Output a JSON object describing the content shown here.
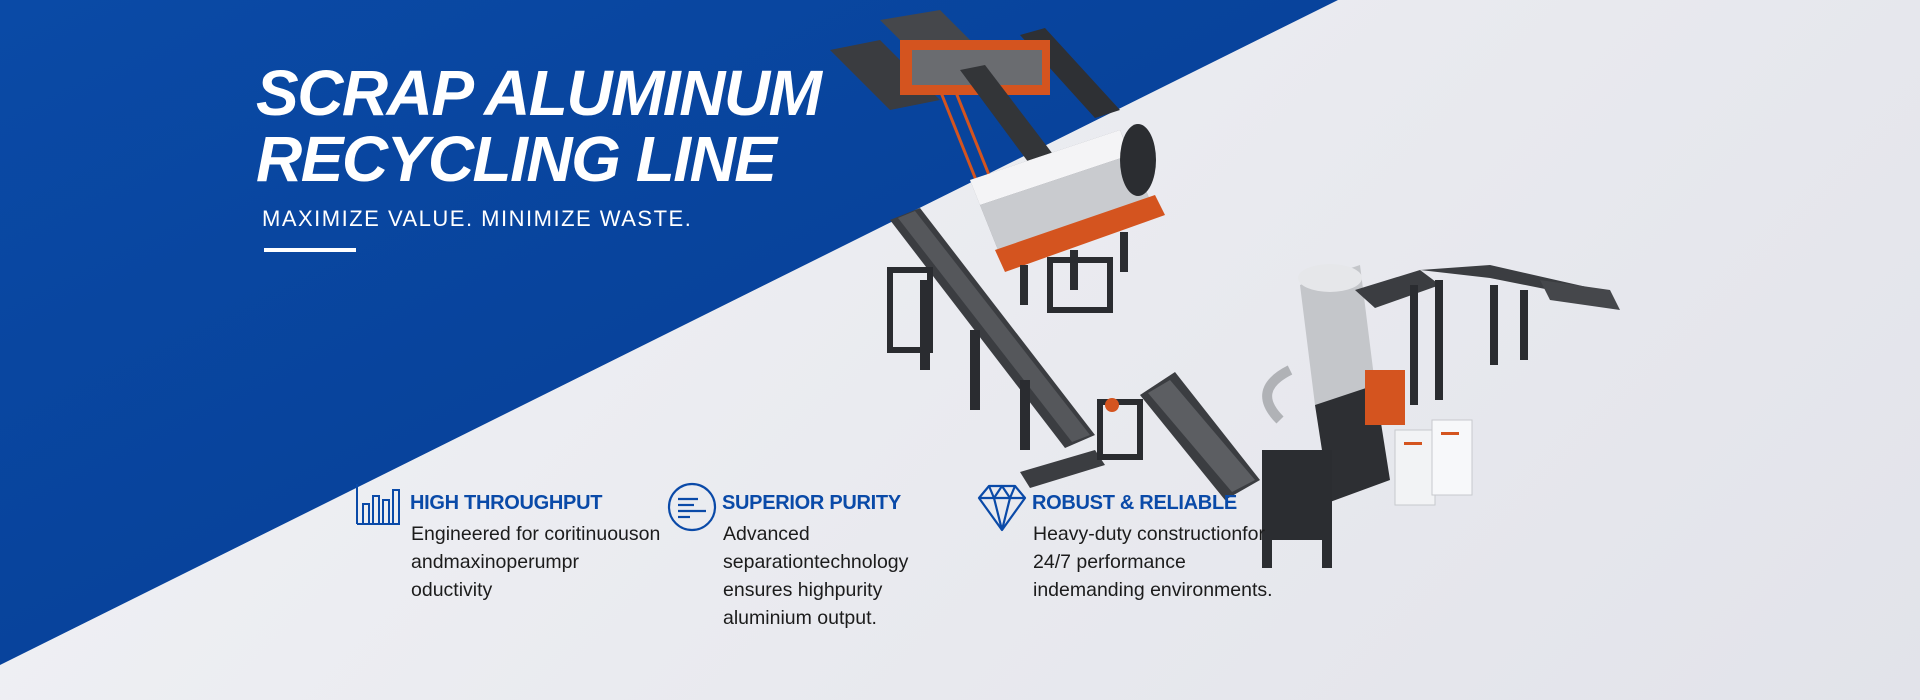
{
  "hero": {
    "title_line1": "SCRAP ALUMINUM",
    "title_line2": "RECYCLING LINE",
    "tagline": "MAXIMIZE VALUE. MINIMIZE WASTE."
  },
  "features": [
    {
      "icon": "bar-chart-icon",
      "title": "HIGH THROUGHPUT",
      "body": "Engineered for coritinuouson andmaxinoperumpr oductivity"
    },
    {
      "icon": "filter-lines-icon",
      "title": "SUPERIOR PURITY",
      "body": "Advanced separationtechnology ensures highpurity aluminium output."
    },
    {
      "icon": "diamond-icon",
      "title": "ROBUST & RELIABLE",
      "body": "Heavy-duty constructionfor 24/7 performance indemanding environments."
    }
  ],
  "colors": {
    "brand_blue": "#0a47a0",
    "accent_text_blue": "#0a4aa8",
    "machine_orange": "#d4541f",
    "background": "#ecedf2"
  }
}
